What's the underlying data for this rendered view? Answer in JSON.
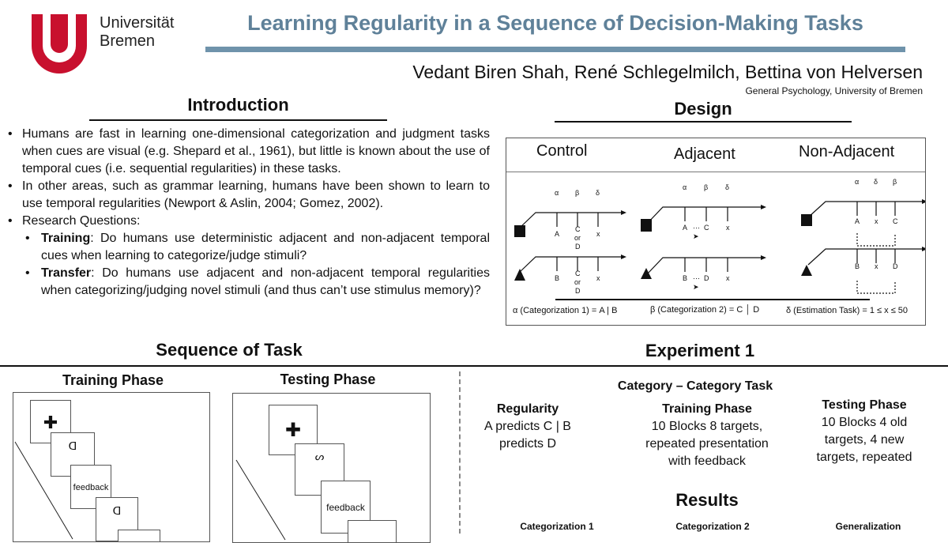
{
  "header": {
    "logo_text_1": "Universität",
    "logo_text_2": "Bremen",
    "title": "Learning Regularity in a Sequence of Decision-Making Tasks",
    "authors": "Vedant Biren Shah, René Schlegelmilch, Bettina von Helversen",
    "affiliation": "General Psychology, University of Bremen",
    "brand_color": "#c8102e",
    "title_color": "#5f8199"
  },
  "introduction": {
    "heading": "Introduction",
    "bullets": [
      "Humans are fast in learning one-dimensional categorization and judgment tasks when cues are visual (e.g. Shepard et al., 1961), but little is known about the use of temporal cues (i.e. sequential regularities) in these tasks.",
      "In other areas, such as grammar learning, humans have been shown to learn to use temporal regularities (Newport & Aslin, 2004; Gomez, 2002).",
      "Research Questions:"
    ],
    "questions": [
      {
        "term": "Training",
        "text": ": Do humans use deterministic adjacent and non-adjacent temporal cues when learning to categorize/judge stimuli?"
      },
      {
        "term": "Transfer",
        "text": ": Do humans use adjacent and non-adjacent temporal regularities when categorizing/judging novel stimuli (and thus can’t use stimulus memory)?"
      }
    ]
  },
  "design": {
    "heading": "Design",
    "conditions": [
      "Control",
      "Adjacent",
      "Non-Adjacent"
    ],
    "greek": {
      "alpha": "α",
      "beta": "β",
      "delta": "δ"
    },
    "labels": {
      "A": "A",
      "B": "B",
      "C": "C",
      "D": "D",
      "x": "x",
      "or": "or"
    },
    "legend": [
      "α (Categorization 1) = A | B",
      "β (Categorization 2) = C │ D",
      "δ (Estimation Task) = 1 ≤ x ≤ 50"
    ]
  },
  "sequence": {
    "heading": "Sequence of Task",
    "training": "Training Phase",
    "testing": "Testing Phase",
    "feedback": "feedback"
  },
  "experiment": {
    "heading": "Experiment 1",
    "task": "Category – Category Task",
    "regularity": {
      "title": "Regularity",
      "text": "A predicts C | B predicts D"
    },
    "training": {
      "title": "Training Phase",
      "text": "10 Blocks 8 targets, repeated presentation with feedback"
    },
    "testing": {
      "title": "Testing Phase",
      "text": "10 Blocks 4 old targets, 4 new targets, repeated"
    },
    "results": "Results",
    "plots": [
      "Categorization 1",
      "Categorization 2",
      "Generalization"
    ]
  }
}
